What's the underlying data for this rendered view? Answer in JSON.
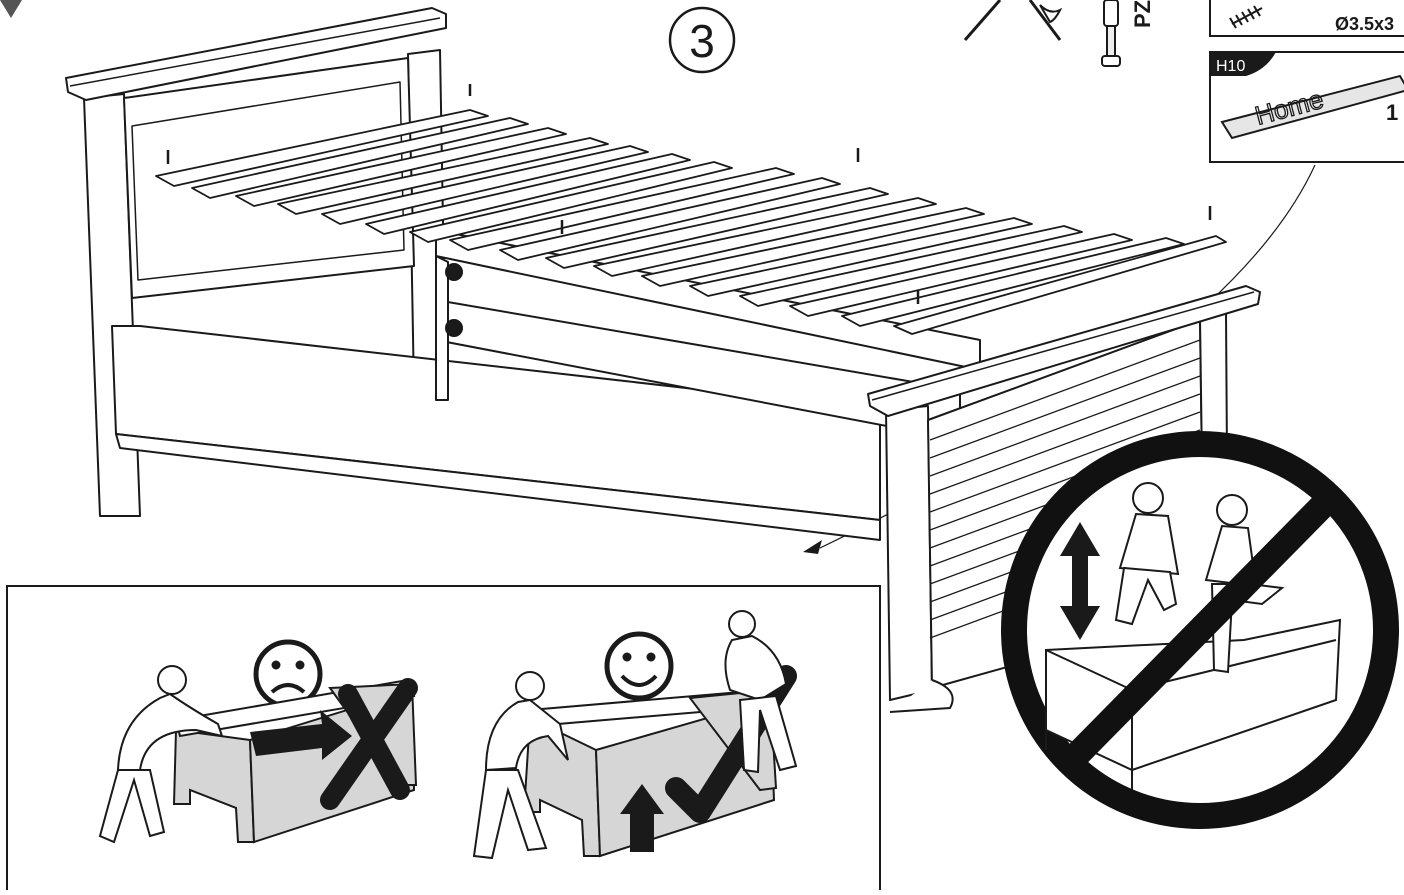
{
  "step": {
    "number": "3"
  },
  "hardware": {
    "screw_size_label": "Ø3.5x3",
    "driver_label": "PZ",
    "part_tag": "H10",
    "part_brand": "Home",
    "part_qty": "1"
  },
  "colors": {
    "line": "#1a1a1a",
    "panel_fill": "#d6d6d6",
    "prohibition": "#111111",
    "background": "#ffffff"
  },
  "icons": {
    "sad_face": "frown-face-icon",
    "happy_face": "smile-face-icon",
    "wrong_mark": "cross-mark-icon",
    "right_mark": "check-mark-icon",
    "up_arrow": "arrow-up-icon",
    "push_arrow": "arrow-right-icon",
    "double_arrow": "vertical-double-arrow-icon",
    "prohibition": "no-jumping-sign-icon",
    "screwdriver": "screwdriver-icon",
    "screw": "screw-icon"
  }
}
